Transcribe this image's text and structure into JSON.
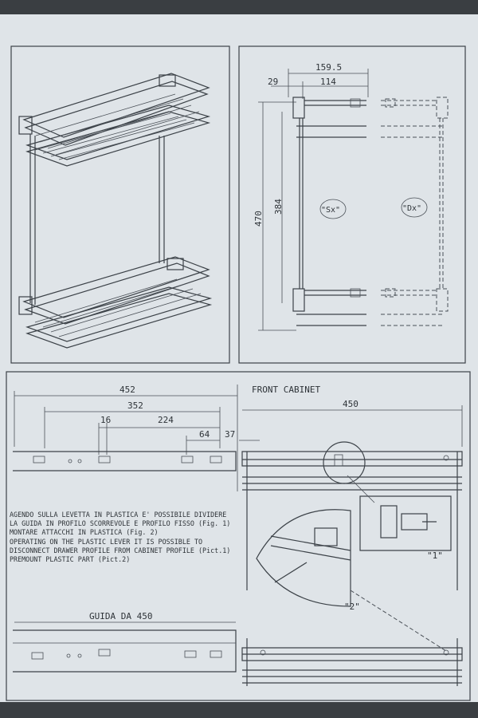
{
  "dims_top": {
    "d159": "159.5",
    "d29": "29",
    "d114": "114",
    "d470": "470",
    "d384": "384",
    "sx": "\"Sx\"",
    "dx": "\"Dx\""
  },
  "dims_mid": {
    "d452": "452",
    "front_cabinet": "FRONT CABINET",
    "d450": "450",
    "d352": "352",
    "d16": "16",
    "d224": "224",
    "d64": "64",
    "d37": "37"
  },
  "notes_it": [
    "AGENDO SULLA LEVETTA IN PLASTICA E' POSSIBILE DIVIDERE",
    "LA GUIDA IN PROFILO SCORREVOLE E PROFILO FISSO (Fig. 1)",
    "MONTARE ATTACCHI IN PLASTICA (Fig. 2)"
  ],
  "notes_en": [
    "OPERATING ON THE PLASTIC LEVER IT IS POSSIBLE TO",
    "DISCONNECT DRAWER PROFILE FROM CABINET PROFILE (Pict.1)",
    "PREMOUNT PLASTIC PART (Pict.2)"
  ],
  "callouts": {
    "c1": "\"1\"",
    "c2": "\"2\""
  },
  "bottom": {
    "guida": "GUIDA DA 450"
  }
}
